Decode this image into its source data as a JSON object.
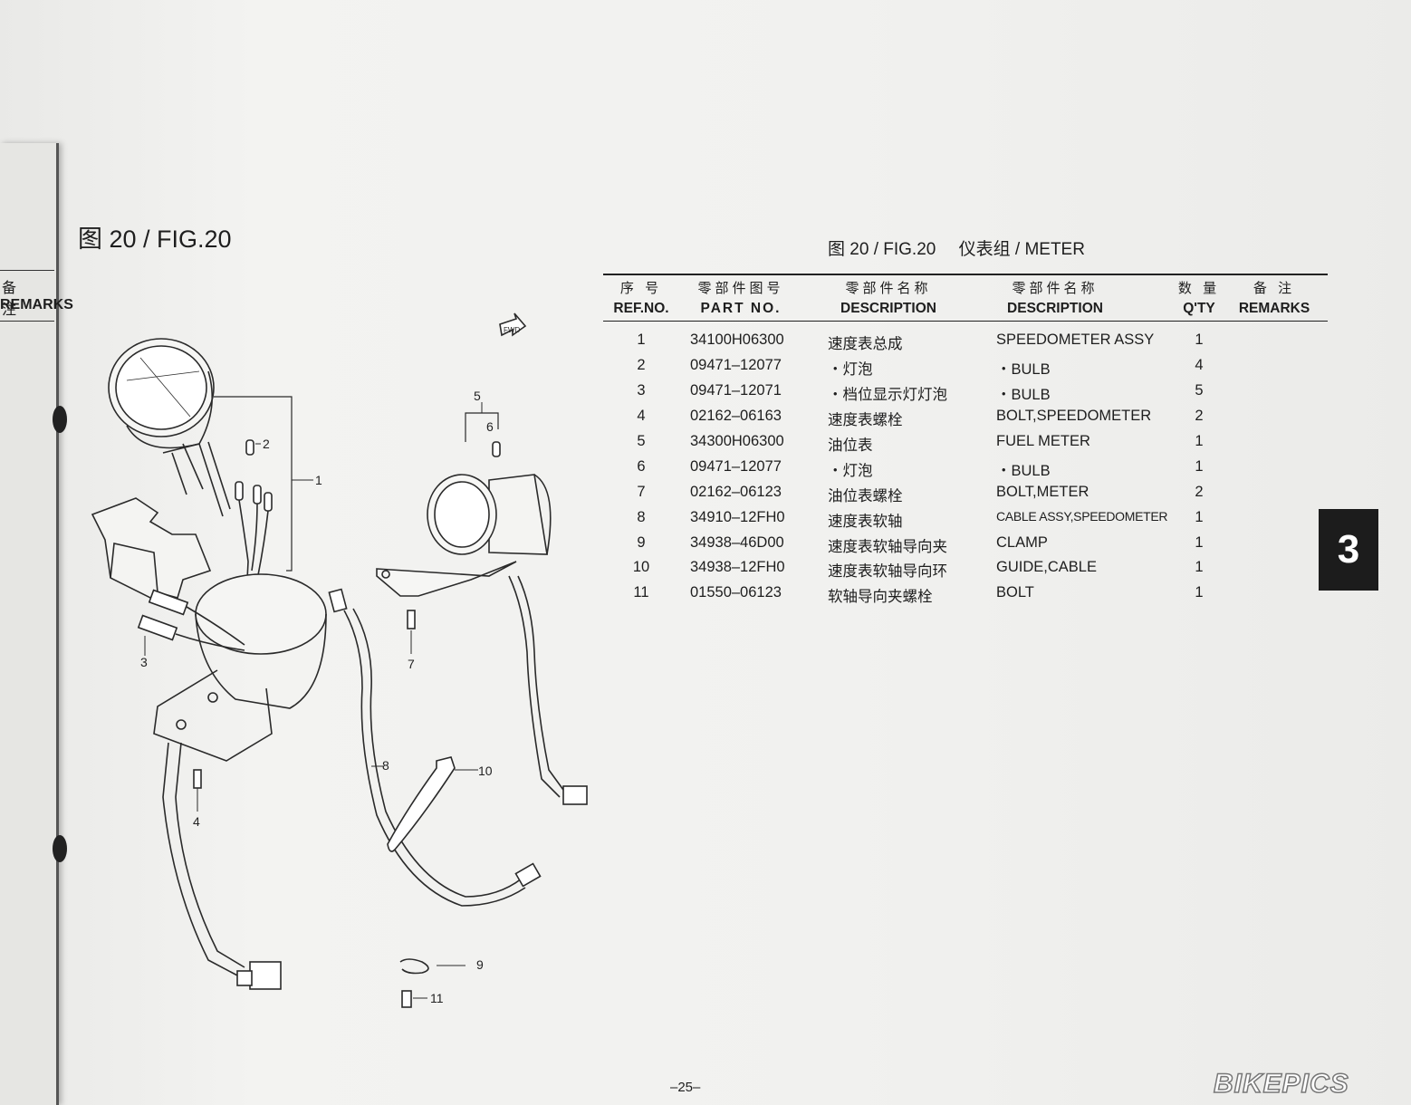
{
  "prev_page": {
    "remarks_cn": "备 注",
    "remarks_en": "REMARKS"
  },
  "figure_title_left": "图 20 / FIG.20",
  "figure_title_right": {
    "fig": "图 20 / FIG.20",
    "name": "仪表组 / METER"
  },
  "fwd_label": "FWD",
  "table": {
    "headers": {
      "ref_cn": "序 号",
      "ref_en": "REF.NO.",
      "part_cn": "零部件图号",
      "part_en": "PART NO.",
      "desc_cn_cn": "零部件名称",
      "desc_cn_en": "DESCRIPTION",
      "desc_en_cn": "零部件名称",
      "desc_en_en": "DESCRIPTION",
      "qty_cn": "数 量",
      "qty_en": "Q'TY",
      "remarks_cn": "备 注",
      "remarks_en": "REMARKS"
    },
    "rows": [
      {
        "ref": "1",
        "part": "34100H06300",
        "cn": "速度表总成",
        "en": "SPEEDOMETER ASSY",
        "qty": "1"
      },
      {
        "ref": "2",
        "part": "09471–12077",
        "cn": "・灯泡",
        "en": "・BULB",
        "qty": "4"
      },
      {
        "ref": "3",
        "part": "09471–12071",
        "cn": "・档位显示灯灯泡",
        "en": "・BULB",
        "qty": "5"
      },
      {
        "ref": "4",
        "part": "02162–06163",
        "cn": "速度表螺栓",
        "en": "BOLT,SPEEDOMETER",
        "qty": "2"
      },
      {
        "ref": "5",
        "part": "34300H06300",
        "cn": "油位表",
        "en": "FUEL METER",
        "qty": "1"
      },
      {
        "ref": "6",
        "part": "09471–12077",
        "cn": "・灯泡",
        "en": "・BULB",
        "qty": "1"
      },
      {
        "ref": "7",
        "part": "02162–06123",
        "cn": "油位表螺栓",
        "en": "BOLT,METER",
        "qty": "2"
      },
      {
        "ref": "8",
        "part": "34910–12FH0",
        "cn": "速度表软轴",
        "en": "CABLE ASSY,SPEEDOMETER",
        "qty": "1"
      },
      {
        "ref": "9",
        "part": "34938–46D00",
        "cn": "速度表软轴导向夹",
        "en": "CLAMP",
        "qty": "1"
      },
      {
        "ref": "10",
        "part": "34938–12FH0",
        "cn": "速度表软轴导向环",
        "en": "GUIDE,CABLE",
        "qty": "1"
      },
      {
        "ref": "11",
        "part": "01550–06123",
        "cn": "软轴导向夹螺栓",
        "en": "BOLT",
        "qty": "1"
      }
    ]
  },
  "callouts": [
    "1",
    "2",
    "3",
    "4",
    "5",
    "6",
    "7",
    "8",
    "9",
    "10",
    "11"
  ],
  "section_tab": "3",
  "page_number": "–25–",
  "watermark": "BIKEPICS"
}
